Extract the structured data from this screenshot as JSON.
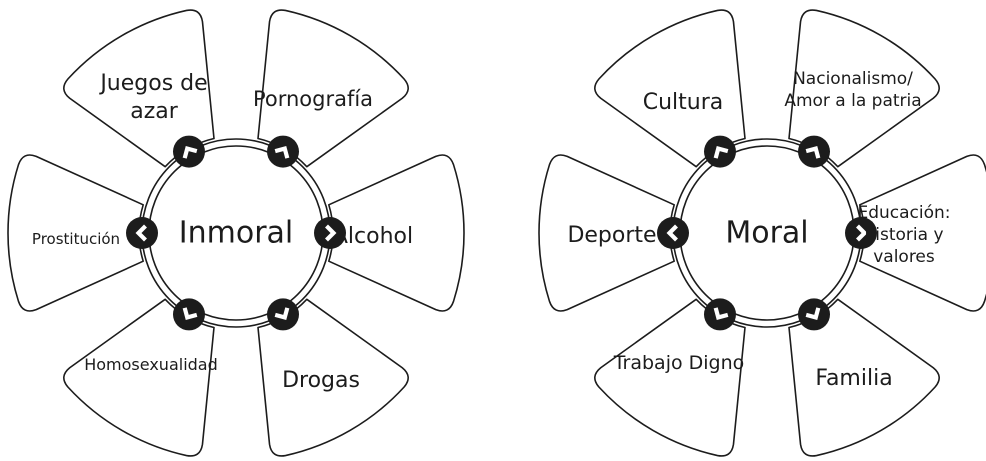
{
  "wheels": [
    {
      "center_label": "Inmoral",
      "segments": [
        {
          "lines": [
            "Juegos de",
            "azar"
          ]
        },
        {
          "lines": [
            "Pornografía"
          ]
        },
        {
          "lines": [
            "Alcohol"
          ]
        },
        {
          "lines": [
            "Drogas"
          ]
        },
        {
          "lines": [
            "Homosexualidad"
          ]
        },
        {
          "lines": [
            "Prostitución"
          ]
        }
      ]
    },
    {
      "center_label": "Moral",
      "segments": [
        {
          "lines": [
            "Cultura"
          ]
        },
        {
          "lines": [
            "Nacionalismo/",
            "Amor a la patria"
          ]
        },
        {
          "lines": [
            "Educación:",
            "historia y",
            "valores"
          ]
        },
        {
          "lines": [
            "Familia"
          ]
        },
        {
          "lines": [
            "Trabajo Digno"
          ]
        },
        {
          "lines": [
            "Deporte"
          ]
        }
      ]
    }
  ]
}
